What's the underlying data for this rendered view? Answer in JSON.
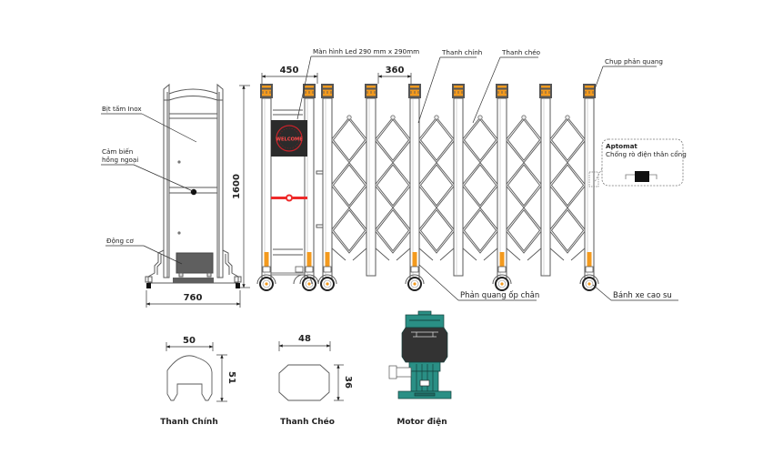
{
  "title": "Cổng xếp inox - bản vẽ kỹ thuật",
  "colors": {
    "line": "#5a5a5a",
    "reflector": "#f39a1e",
    "cap": "#555555",
    "led_bg": "#2b2b2b",
    "led_accent": "#e0282d",
    "motor": "#2a8f85",
    "motor_dark": "#1f6b64",
    "logo_red": "#ee2a2a"
  },
  "side_view": {
    "labels": {
      "plate": "Bịt tấm Inox",
      "sensor_line1": "Cảm biến",
      "sensor_line2": "hồng ngoại",
      "motor": "Động cơ"
    },
    "height_dim": "1600",
    "width_dim": "760"
  },
  "front_view": {
    "labels": {
      "led_screen": "Màn hình Led 290 mm x 290mm",
      "main_bar": "Thanh chính",
      "cross_bar": "Thanh chéo",
      "reflector_cap": "Chụp phản quang",
      "foot_reflector": "Phản quang ốp chân",
      "rubber_wheel": "Bánh xe cao su"
    },
    "led_text": "WELCOME",
    "head_width_dim": "450",
    "pitch_dim": "360",
    "aptomat": {
      "line1": "Aptomat",
      "line2": "Chống rò điện thân cổng"
    }
  },
  "profiles": [
    {
      "name": "Thanh Chính",
      "width": "50",
      "height": "51"
    },
    {
      "name": "Thanh Chéo",
      "width": "48",
      "height": "36"
    }
  ],
  "motor": {
    "caption": "Motor điện"
  }
}
